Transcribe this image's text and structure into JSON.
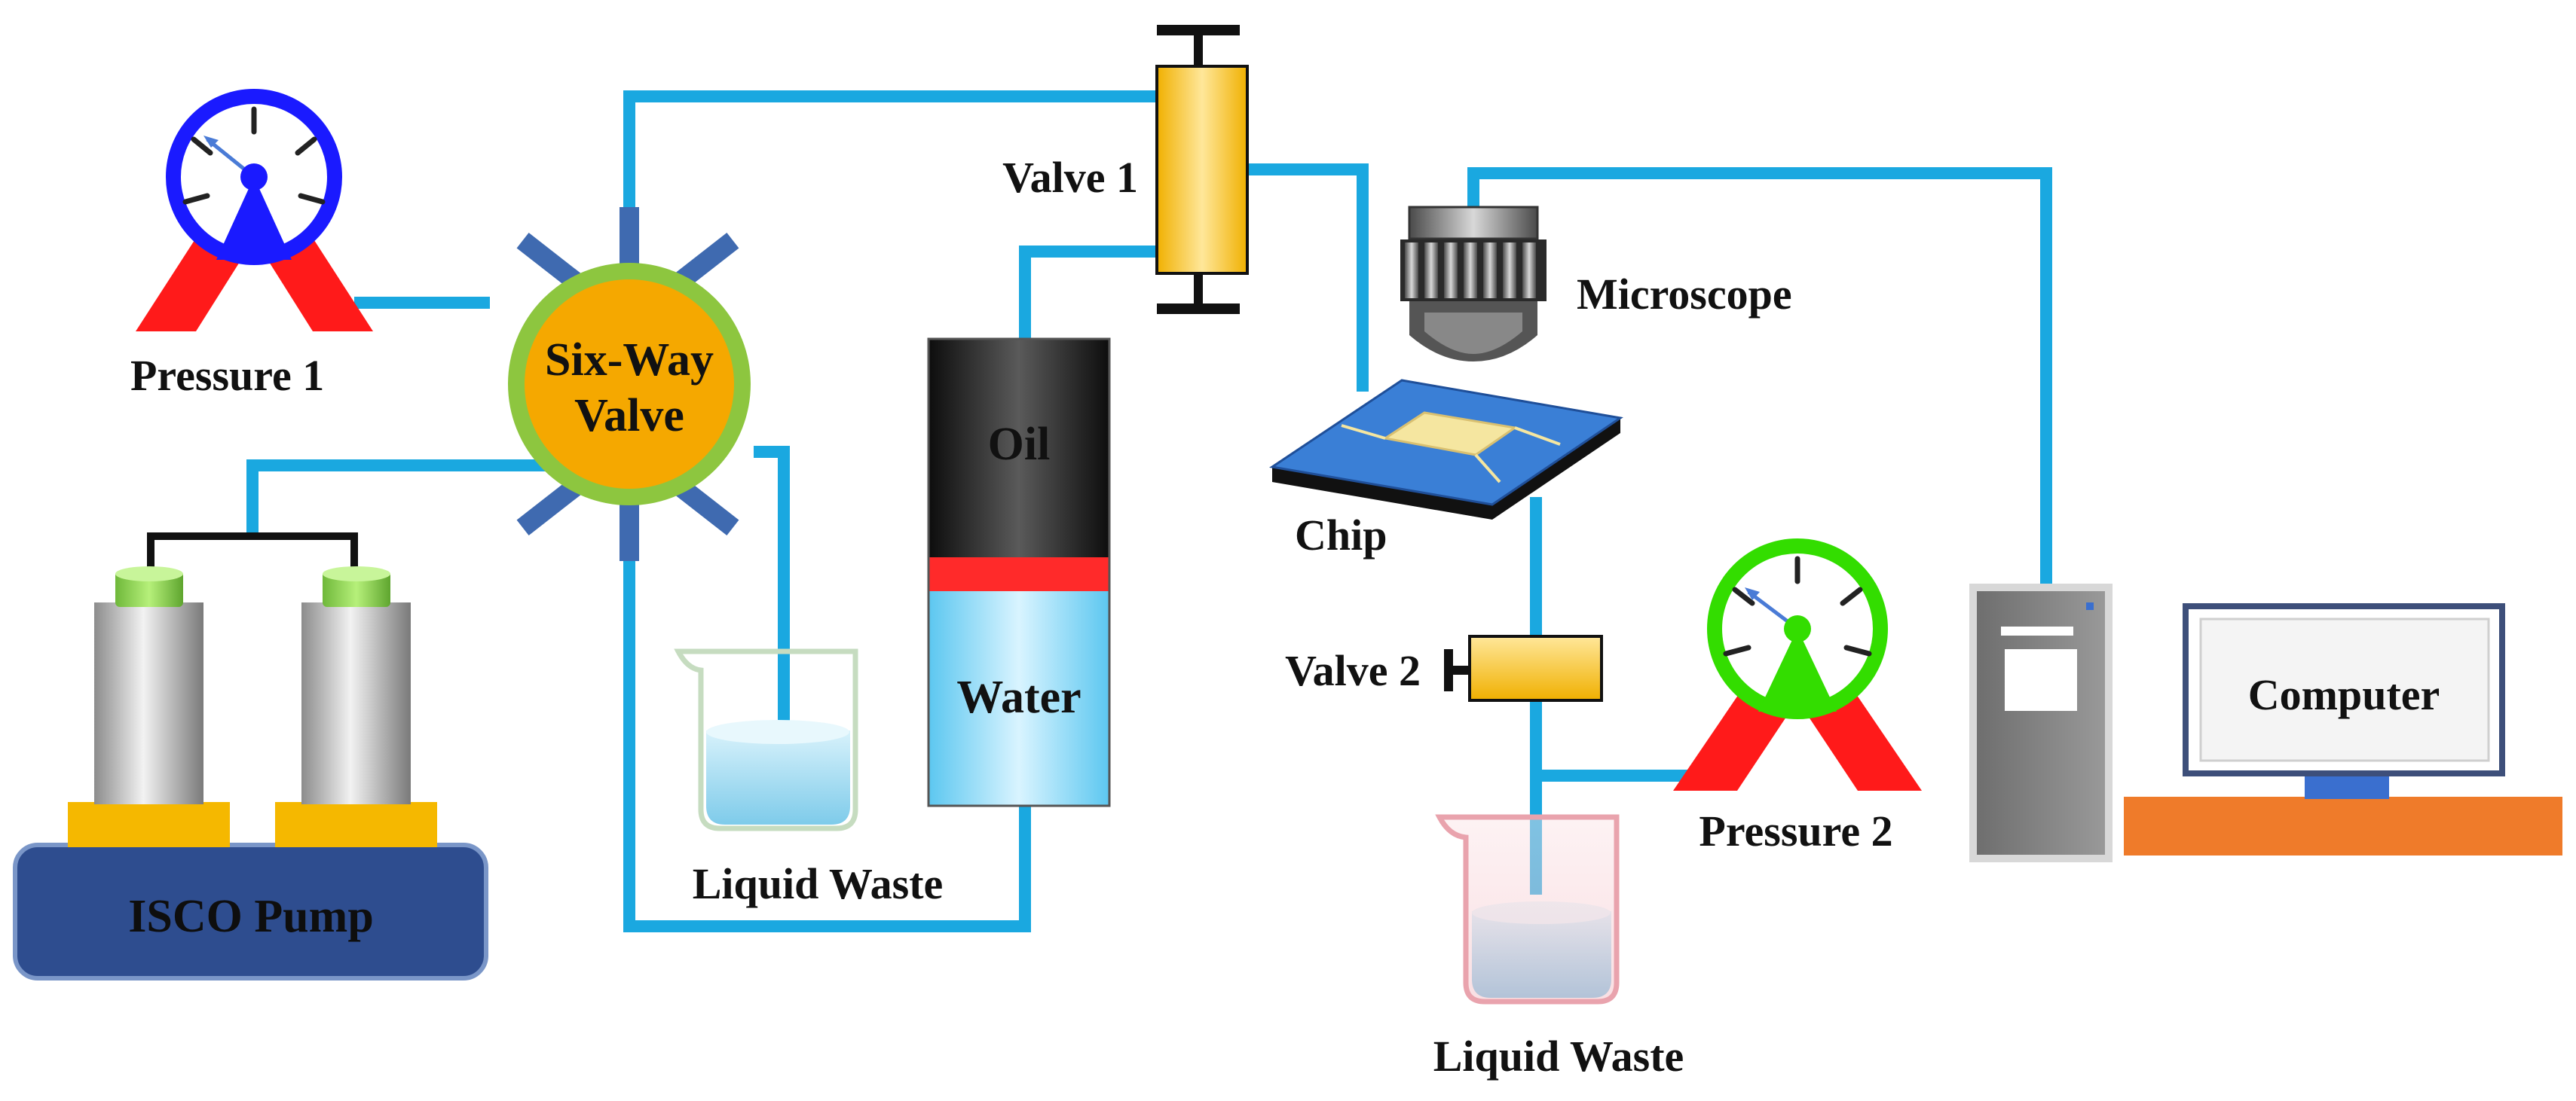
{
  "labels": {
    "pressure1": "Pressure 1",
    "six_way_valve_line1": "Six-Way",
    "six_way_valve_line2": "Valve",
    "isco_pump": "ISCO Pump",
    "liquid_waste_1": "Liquid Waste",
    "oil": "Oil",
    "water": "Water",
    "valve1": "Valve 1",
    "microscope": "Microscope",
    "chip": "Chip",
    "valve2": "Valve 2",
    "pressure2": "Pressure 2",
    "liquid_waste_2": "Liquid Waste",
    "computer": "Computer"
  },
  "colors": {
    "tubing": "#1aa8e0",
    "gauge1_ring": "#1a1aff",
    "gauge2_ring": "#33dd00",
    "gauge_stand": "#ff1a1a",
    "six_way_valve_fill": "#f5a800",
    "six_way_valve_ring": "#8dc63f",
    "pump_base": "#2e4d8f",
    "pump_cap": "#8dd44a",
    "valve_body": "#f5c000",
    "oil": "#1a1a1a",
    "interface": "#ff2a2a",
    "water": "#7ed6f5",
    "chip": "#3a7fd6",
    "desk": "#ef7b2a"
  },
  "icons": [
    "pressure-gauge-icon",
    "six-way-valve-icon",
    "isco-pump-icon",
    "beaker-icon",
    "cylinder-icon",
    "valve-icon",
    "microscope-icon",
    "microchip-icon",
    "computer-tower-icon",
    "monitor-icon"
  ]
}
